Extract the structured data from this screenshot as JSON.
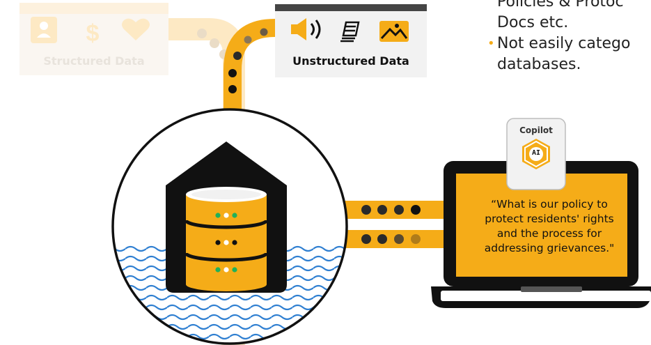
{
  "structured_card": {
    "label": "Structured Data",
    "icons": [
      "person-icon",
      "dollar-icon",
      "heart-icon"
    ]
  },
  "unstructured_card": {
    "label": "Unstructured Data",
    "icons": [
      "speaker-icon",
      "documents-icon",
      "image-icon"
    ]
  },
  "bullets": {
    "items": [
      {
        "lines": [
          "Policies & Protoc",
          "Docs etc."
        ]
      },
      {
        "lines": [
          "Not easily catego",
          "databases."
        ]
      }
    ]
  },
  "copilot": {
    "title": "Copilot",
    "badge": "AI"
  },
  "laptop": {
    "quote_lines": [
      "“What is our policy to",
      "protect residents' rights",
      "and the process for",
      "addressing grievances.\""
    ]
  },
  "colors": {
    "accent": "#f5ac18",
    "dark": "#111111",
    "water": "#2f7fd1",
    "card_bar": "#454545",
    "faded": "#fbe3b6"
  }
}
